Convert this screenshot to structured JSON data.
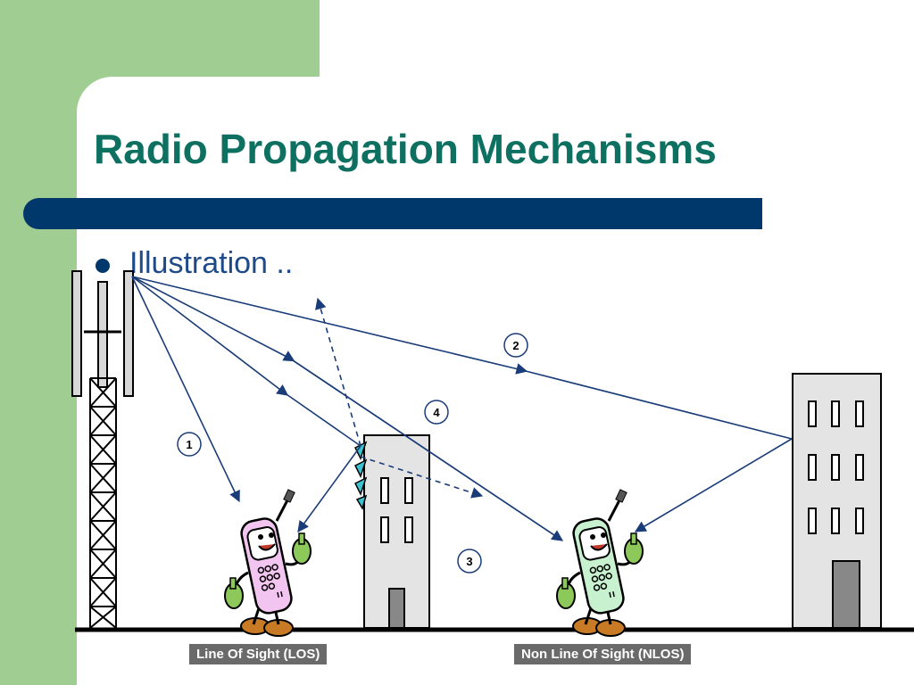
{
  "slide": {
    "title": "Radio Propagation Mechanisms",
    "bullet": "Illustration ..",
    "colors": {
      "accent_green": "#9fcd92",
      "title_teal": "#0e7060",
      "bar_navy": "#00386b",
      "path_blue": "#1a3c78"
    }
  },
  "diagram": {
    "path_numbers": [
      "1",
      "2",
      "3",
      "4"
    ],
    "labels": {
      "los": "Line Of Sight (LOS)",
      "nlos": "Non Line Of Sight (NLOS)"
    },
    "icons": [
      "cell-tower-icon",
      "mobile-phone-character-icon",
      "building-icon"
    ]
  }
}
